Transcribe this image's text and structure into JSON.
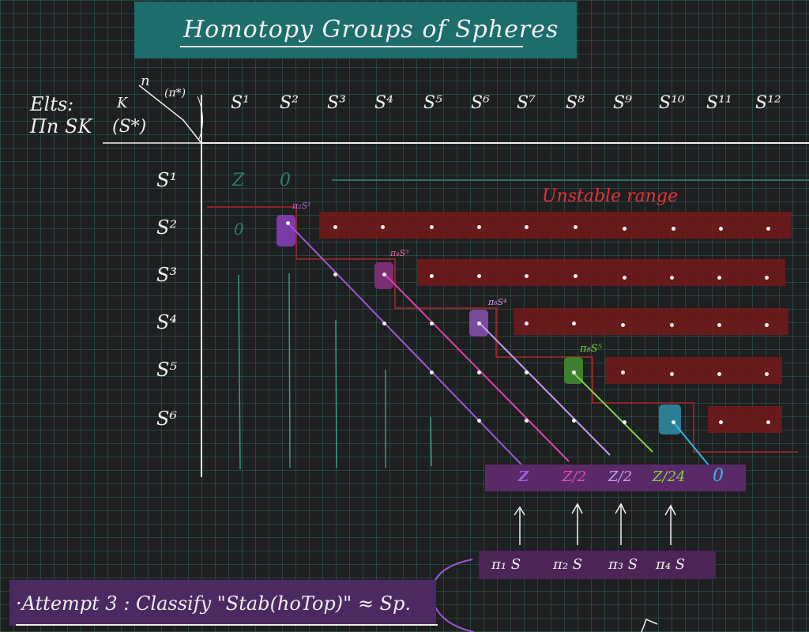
{
  "title": "Homotopy Groups of Spheres",
  "header": {
    "elts_line1": "Elts:",
    "elts_line2": "Πn SK",
    "corner_n": "n",
    "corner_pi": "(π*)",
    "corner_k": "K",
    "corner_s": "(S*)"
  },
  "columns": [
    "S¹",
    "S²",
    "S³",
    "S⁴",
    "S⁵",
    "S⁶",
    "S⁷",
    "S⁸",
    "S⁹",
    "S¹⁰",
    "S¹¹",
    "S¹²"
  ],
  "rows": [
    "S¹",
    "S²",
    "S³",
    "S⁴",
    "S⁵",
    "S⁶"
  ],
  "s1_row": [
    "Z",
    "0"
  ],
  "s2_first": "0",
  "unstable_label": "Unstable range",
  "diagonal_labels": [
    "π₂S²",
    "π₄S³",
    "π₆S⁴",
    "π₈S⁵"
  ],
  "results": [
    "Z",
    "Z/2",
    "Z/2",
    "Z/24",
    "0"
  ],
  "stable_groups": [
    "π₁ S",
    "π₂ S",
    "π₃ S",
    "π₄ S"
  ],
  "attempt": "·Attempt 3 :  Classify \"Stab(hoTop)\" ≈ Sp.",
  "colors": {
    "background": "#1e1f20",
    "grid": "#46968c",
    "title_banner": "#1d6d6b",
    "unstable_band": "#6e1a1c",
    "unstable_text": "#e5333a",
    "purple": "#9b59d6",
    "magenta": "#e040b0",
    "lilac": "#c79cf0",
    "green": "#7fd443",
    "cyan": "#3fb3e0"
  }
}
